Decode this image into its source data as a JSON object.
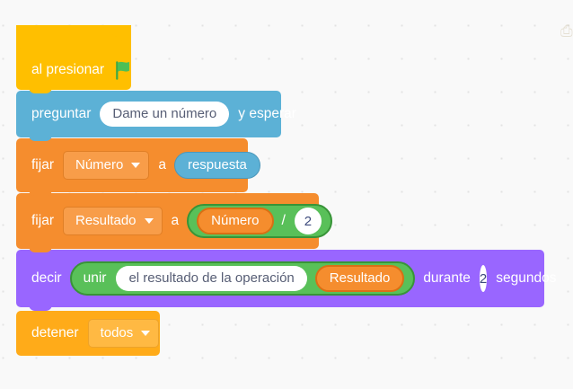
{
  "canvas": {
    "background_color": "#f9f9f9",
    "dot_color": "#e3e3e3",
    "corner_artifact": "⎙"
  },
  "script": {
    "blocks": [
      {
        "id": "event-when-flag-clicked",
        "category": "events",
        "color": "#ffbf00",
        "label": "al presionar",
        "icon": "green-flag-icon",
        "icon_color": "#4cbf56"
      },
      {
        "id": "sensing-ask-and-wait",
        "category": "sensing",
        "color": "#5cb1d6",
        "label_before": "preguntar",
        "input_value": "Dame un número",
        "label_after": "y esperar"
      },
      {
        "id": "data-set-variable-numero",
        "category": "variables",
        "color": "#f58d2e",
        "label_before": "fijar",
        "dropdown_value": "Número",
        "label_middle": "a",
        "reporter_value": "respuesta"
      },
      {
        "id": "data-set-variable-resultado",
        "category": "variables",
        "color": "#f58d2e",
        "label_before": "fijar",
        "dropdown_value": "Resultado",
        "label_middle": "a",
        "operator": {
          "type": "divide",
          "color": "#59c059",
          "operand_left": "Número",
          "symbol": "/",
          "operand_right": "2"
        }
      },
      {
        "id": "looks-say-for-seconds",
        "category": "looks",
        "color": "#9966ff",
        "label_before": "decir",
        "join": {
          "label": "unir",
          "color": "#59c059",
          "operand_left": "el resultado de la operación",
          "operand_right": "Resultado"
        },
        "label_middle": "durante",
        "duration_value": "2",
        "label_after": "segundos"
      },
      {
        "id": "control-stop",
        "category": "control",
        "color": "#ffab19",
        "label_before": "detener",
        "dropdown_value": "todos"
      }
    ]
  }
}
